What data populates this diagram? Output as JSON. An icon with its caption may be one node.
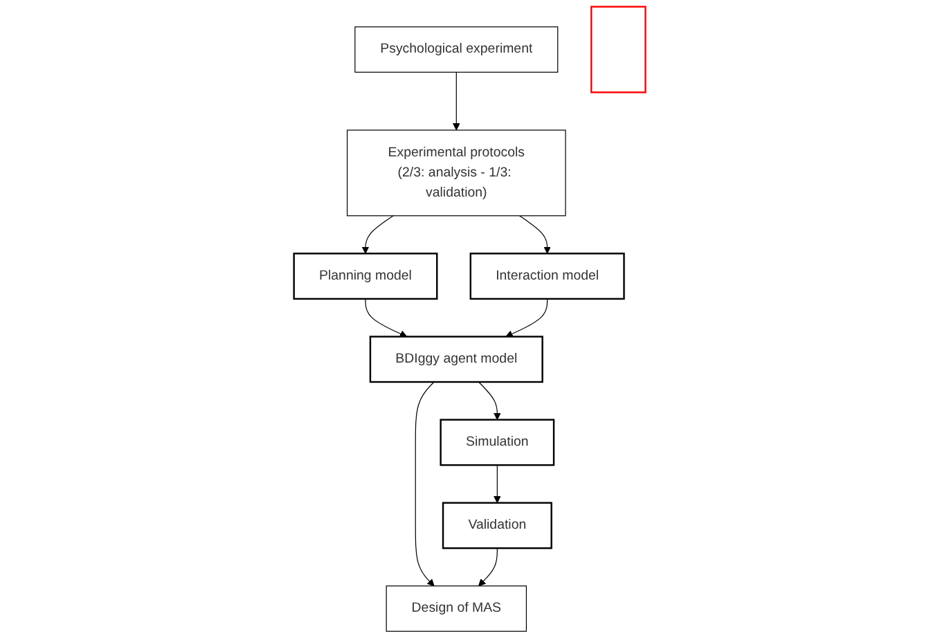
{
  "diagram": {
    "nodes": [
      {
        "text": [
          "Psychological experiment"
        ]
      },
      {
        "text": [
          "Experimental protocols",
          "(2/3: analysis - 1/3: validation)"
        ]
      },
      {
        "text": [
          "Planning model"
        ]
      },
      {
        "text": [
          "Interaction model"
        ]
      },
      {
        "text": [
          "BDIggy agent model"
        ]
      },
      {
        "text": [
          "Design of MAS"
        ]
      },
      {
        "text": [
          "Simulation"
        ]
      },
      {
        "text": [
          "Validation"
        ]
      },
      {
        "text": [],
        "shape": "box"
      }
    ],
    "edges": [
      {
        "from": 0,
        "to": 1,
        "arrow": "to"
      },
      {
        "from": 1,
        "to": 2,
        "arrow": "to"
      },
      {
        "from": 1,
        "to": 3,
        "arrow": "to"
      },
      {
        "from": 2,
        "to": 4,
        "arrow": "to"
      },
      {
        "from": 3,
        "to": 4,
        "arrow": "to"
      },
      {
        "from": 4,
        "to": 5,
        "arrow": "to"
      },
      {
        "from": 4,
        "to": 6,
        "arrow": "to"
      },
      {
        "from": 6,
        "to": 7,
        "arrow": "to"
      },
      {
        "from": 7,
        "to": 5,
        "arrow": "to"
      }
    ]
  }
}
